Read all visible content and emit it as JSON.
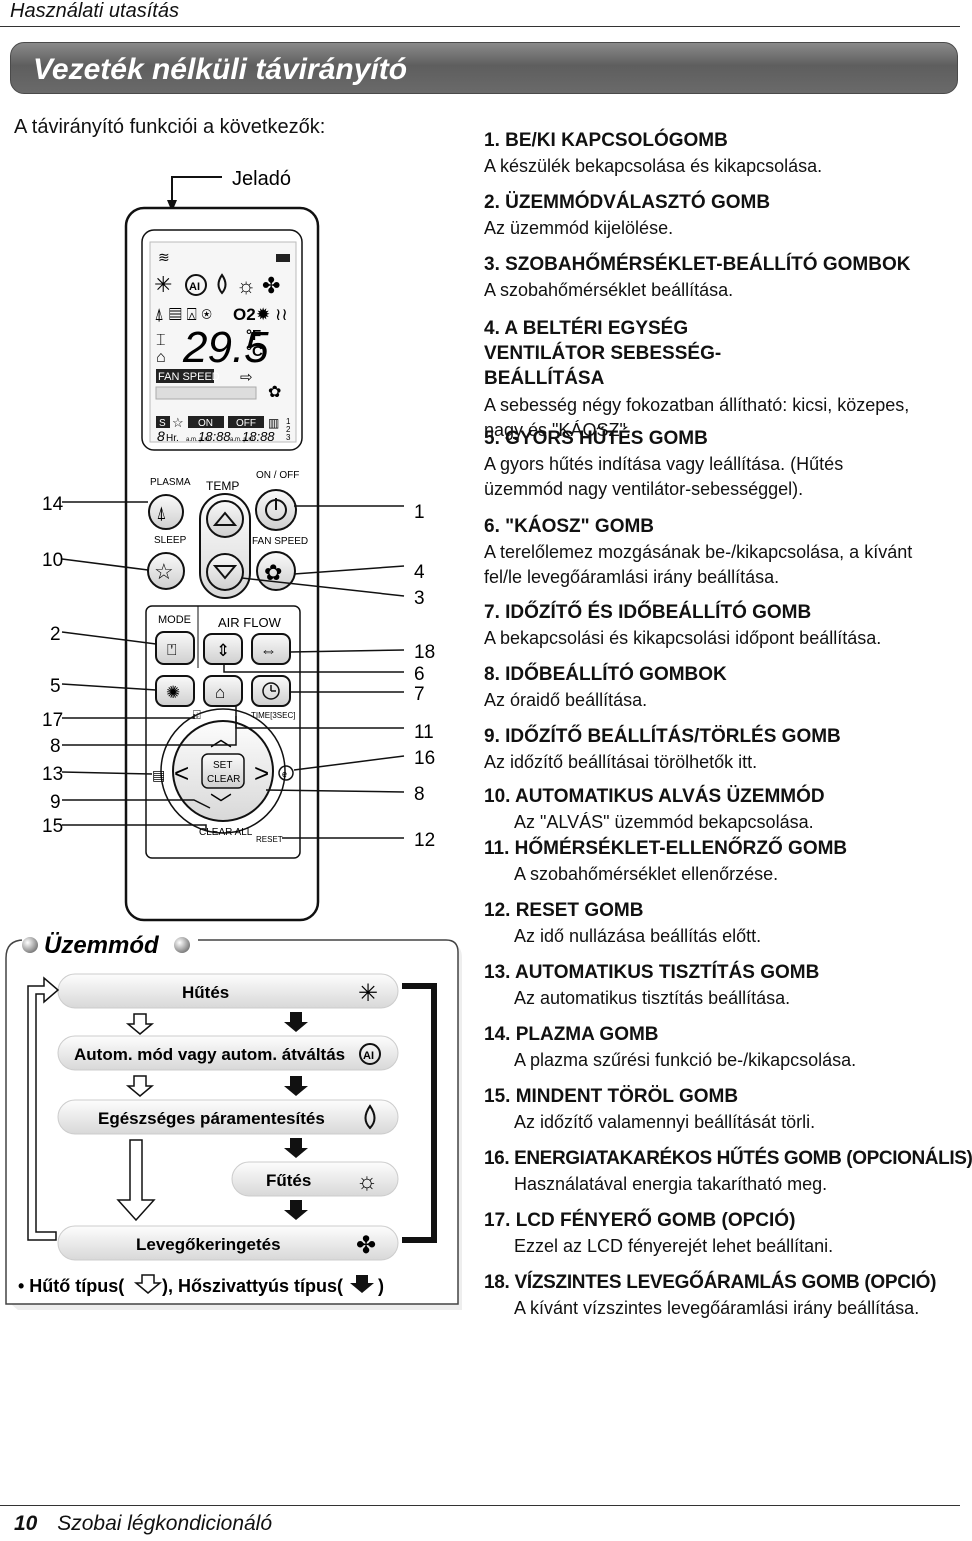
{
  "header": {
    "title": "Használati utasítás"
  },
  "section_title": "Vezeték nélküli távirányító",
  "intro": "A távirányító funkciói a következők:",
  "transmitter_label": "Jeladó",
  "lcd": {
    "temperature": "29.5",
    "unit_f": "°F",
    "unit_c": "°C",
    "fan_speed": "FAN SPEED",
    "on": "ON",
    "off": "OFF",
    "s": "S",
    "hr": "Hr.",
    "o2": "O2",
    "time1": "18:88",
    "time2": "18:88",
    "ampm": "a.m. p.m.",
    "digits": [
      "1",
      "2",
      "3"
    ]
  },
  "buttons": {
    "plasma": "PLASMA",
    "temp": "TEMP",
    "on_off": "ON / OFF",
    "sleep": "SLEEP",
    "fan_speed": "FAN SPEED",
    "mode": "MODE",
    "air_flow": "AIR FLOW",
    "time": "TIME[3SEC]",
    "set": "SET",
    "clear": "CLEAR",
    "clear_all": "CLEAR ALL",
    "reset": "RESET"
  },
  "callouts_left": [
    "14",
    "10",
    "2",
    "5",
    "17",
    "8",
    "13",
    "9",
    "15"
  ],
  "callouts_right": [
    "1",
    "4",
    "3",
    "18",
    "6",
    "7",
    "11",
    "16",
    "8",
    "12"
  ],
  "mode_box": {
    "title": "Üzemmód",
    "rows": [
      "Hűtés",
      "Autom. mód vagy autom. átváltás",
      "Egészséges páramentesítés",
      "Fűtés",
      "Levegőkeringetés"
    ],
    "footnote_a": "• Hűtő típus(",
    "footnote_b": "), Hőszivattyús típus(",
    "footnote_c": ")"
  },
  "functions": [
    {
      "title": "1. BE/KI KAPCSOLÓGOMB",
      "desc": "A készülék bekapcsolása és kikapcsolása."
    },
    {
      "title": "2. ÜZEMMÓDVÁLASZTÓ GOMB",
      "desc": "Az üzemmód kijelölése."
    },
    {
      "title": "3. SZOBAHŐMÉRSÉKLET-BEÁLLÍTÓ GOMBOK",
      "desc": "A szobahőmérséklet beállítása."
    },
    {
      "title": "4. A BELTÉRI EGYSÉG VENTILÁTOR SEBESSÉG-BEÁLLÍTÁSA",
      "desc": "A sebesség négy fokozatban állítható: kicsi, közepes, nagy és \"KÁOSZ\"."
    },
    {
      "title": "5. GYORS HŰTÉS  GOMB",
      "desc": "A gyors hűtés indítása vagy leállítása. (Hűtés üzemmód nagy ventilátor-sebességgel)."
    },
    {
      "title": "6. \"KÁOSZ\" GOMB",
      "desc": "A terelőlemez mozgásának be-/kikapcsolása, a kívánt fel/le levegőáramlási irány beállítása."
    },
    {
      "title": "7. IDŐZÍTŐ ÉS IDŐBEÁLLÍTÓ GOMB",
      "desc": "A bekapcsolási és kikapcsolási időpont beállítása."
    },
    {
      "title": "8. IDŐBEÁLLÍTÓ GOMBOK",
      "desc": "Az óraidő beállítása."
    },
    {
      "title": "9. IDŐZÍTŐ BEÁLLÍTÁS/TÖRLÉS GOMB",
      "desc": "Az időzítő beállításai törölhetők itt."
    },
    {
      "title": "10. AUTOMATIKUS ALVÁS ÜZEMMÓD",
      "desc": "Az \"ALVÁS\" üzemmód bekapcsolása."
    },
    {
      "title": "11. HŐMÉRSÉKLET-ELLENŐRZŐ GOMB",
      "desc": "A szobahőmérséklet ellenőrzése."
    },
    {
      "title": "12. RESET GOMB",
      "desc": "Az idő nullázása beállítás előtt."
    },
    {
      "title": "13. AUTOMATIKUS TISZTÍTÁS GOMB",
      "desc": "Az automatikus tisztítás beállítása."
    },
    {
      "title": "14. PLAZMA GOMB",
      "desc": "A plazma szűrési funkció be-/kikapcsolása."
    },
    {
      "title": "15. MINDENT TÖRÖL GOMB",
      "desc": "Az időzítő valamennyi beállítását törli."
    },
    {
      "title": "16. ENERGIATAKARÉKOS HŰTÉS GOMB (OPCIONÁLIS)",
      "desc": "Használatával energia takarítható meg."
    },
    {
      "title": "17. LCD FÉNYERŐ GOMB (OPCIÓ)",
      "desc": "Ezzel az LCD fényerejét lehet beállítani."
    },
    {
      "title": "18. VÍZSZINTES LEVEGŐÁRAMLÁS GOMB (OPCIÓ)",
      "desc": "A kívánt vízszintes levegőáramlási irány beállítása."
    }
  ],
  "footer": {
    "page": "10",
    "title": "Szobai légkondicionáló"
  }
}
